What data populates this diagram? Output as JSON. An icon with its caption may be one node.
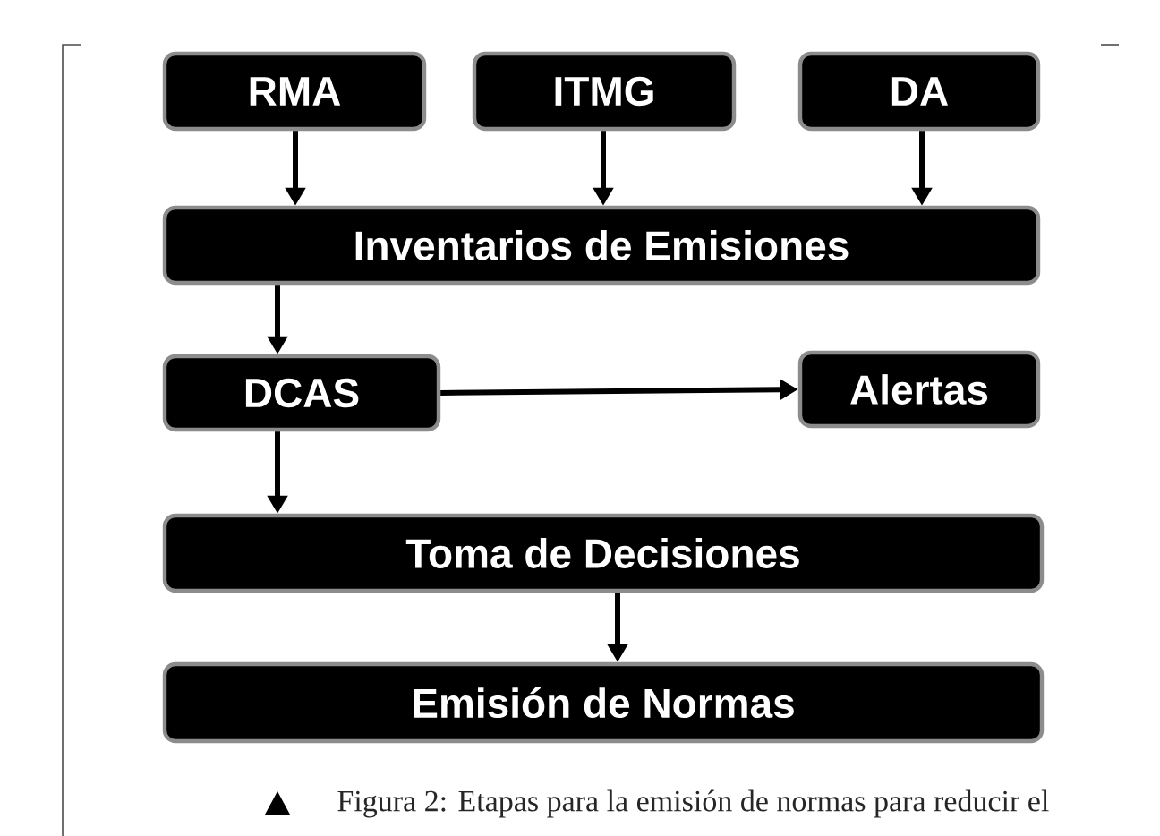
{
  "diagram": {
    "caption": "Figura 2: Etapas para la emisión de normas para reducir el",
    "nodes": [
      {
        "text": [
          "RMA"
        ]
      },
      {
        "text": [
          "ITMG"
        ]
      },
      {
        "text": [
          "DA"
        ]
      },
      {
        "text": [
          "Inventarios de Emisiones"
        ]
      },
      {
        "text": [
          "DCAS"
        ]
      },
      {
        "text": [
          "Alertas"
        ]
      },
      {
        "text": [
          "Toma de Decisiones"
        ]
      },
      {
        "text": [
          "Emisión de Normas"
        ]
      }
    ],
    "edges": [
      {
        "from": 0,
        "to": 3,
        "arrow": "to"
      },
      {
        "from": 1,
        "to": 3,
        "arrow": "to"
      },
      {
        "from": 2,
        "to": 3,
        "arrow": "to"
      },
      {
        "from": 3,
        "to": 4,
        "arrow": "to"
      },
      {
        "from": 4,
        "to": 5,
        "arrow": "to"
      },
      {
        "from": 4,
        "to": 6,
        "arrow": "to"
      },
      {
        "from": 6,
        "to": 7,
        "arrow": "to"
      }
    ]
  }
}
